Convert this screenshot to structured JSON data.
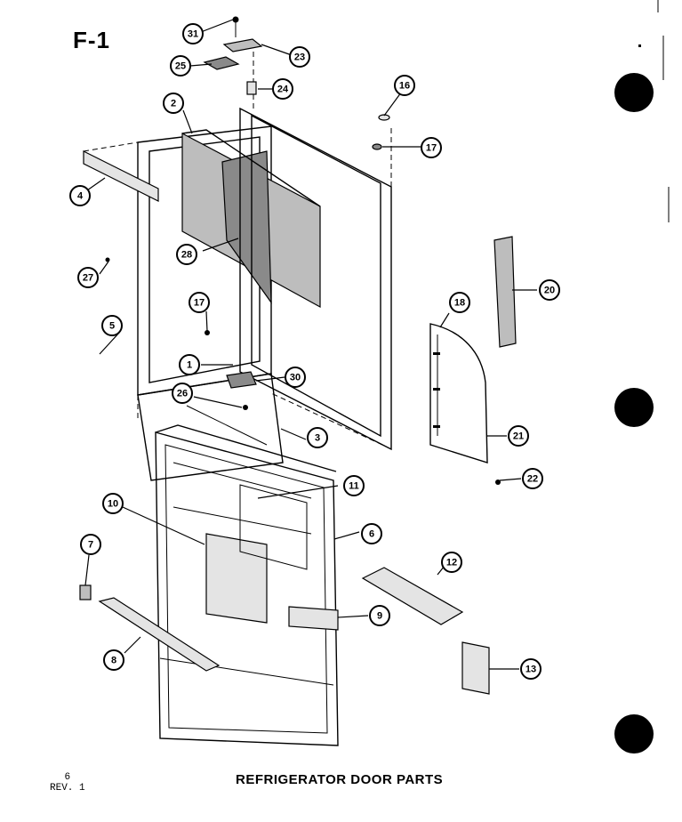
{
  "figure_id": "F-1",
  "caption": "REFRIGERATOR DOOR PARTS",
  "page_number": "6",
  "revision": "REV. 1",
  "callouts": [
    "31",
    "23",
    "25",
    "24",
    "16",
    "2",
    "17",
    "4",
    "28",
    "20",
    "27",
    "17",
    "18",
    "5",
    "1",
    "30",
    "26",
    "3",
    "21",
    "22",
    "11",
    "10",
    "6",
    "12",
    "7",
    "9",
    "8",
    "13"
  ]
}
